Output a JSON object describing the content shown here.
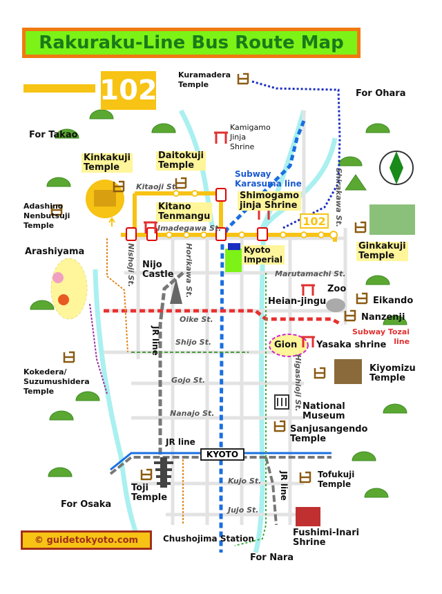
{
  "title": "Rakuraku-Line Bus Route Map",
  "route_number": "102",
  "credit": "© guidetokyoto.com",
  "directions": {
    "takao": "For Takao",
    "ohara": "For Ohara",
    "osaka": "For Osaka",
    "nara": "For Nara"
  },
  "landmarks": {
    "kuramadera_1": "Kuramadera",
    "kuramadera_2": "Temple",
    "kamigamo_1": "Kamigamo",
    "kamigamo_2": "Jinja",
    "kamigamo_3": "Shrine",
    "kinkakuji_1": "Kinkakuji",
    "kinkakuji_2": "Temple",
    "daitokuji_1": "Daitokuji",
    "daitokuji_2": "Temple",
    "kitano_1": "Kitano",
    "kitano_2": "Tenmangu",
    "shimogamo_1": "Shimogamo",
    "shimogamo_2": "jinja Shrine",
    "adashino_1": "Adashino",
    "adashino_2": "Nenbutsuji",
    "adashino_3": "Temple",
    "arashiyama": "Arashiyama",
    "nijo_1": "Nijo",
    "nijo_2": "Castle",
    "imperial_1": "Kyoto",
    "imperial_2": "Imperial",
    "ginkakuji_1": "Ginkakuji",
    "ginkakuji_2": "Temple",
    "heian": "Heian-jingu",
    "zoo": "Zoo",
    "eikando": "Eikando",
    "nanzenji": "Nanzenji",
    "gion": "Gion",
    "yasaka": "Yasaka shrine",
    "kiyomizu_1": "Kiyomizu",
    "kiyomizu_2": "Temple",
    "kokedera_1": "Kokedera/",
    "kokedera_2": "Suzumushidera",
    "kokedera_3": "Temple",
    "national_1": "National",
    "national_2": "Museum",
    "sanjusangendo_1": "Sanjusangendo",
    "sanjusangendo_2": "Temple",
    "toji_1": "Toji",
    "toji_2": "Temple",
    "tofukuji_1": "Tofukuji",
    "tofukuji_2": "Temple",
    "fushimi_1": "Fushimi-Inari",
    "fushimi_2": "Shrine",
    "chushojima": "Chushojima Station",
    "kyoto_station": "KYOTO"
  },
  "lines": {
    "subway_karasuma_1": "Subway",
    "subway_karasuma_2": "Karasuma line",
    "subway_tozai_1": "Subway Tozai",
    "subway_tozai_2": "line",
    "jr_line_1": "JR line",
    "jr_line_2": "JR  line",
    "jr_line_3": "JR line"
  },
  "streets": {
    "kitaoji": "Kitaoji St.",
    "imadegawa": "Imadegawa St.",
    "marutamachi": "Marutamachi St.",
    "oike": "Oike St.",
    "shijo": "Shijo St.",
    "gojo": "Gojo St.",
    "nanajo": "Nanajo St.",
    "kujo": "Kujo St.",
    "jujo": "Jujo St.",
    "nishoji": "Nishoji St.",
    "horikawa": "Horikawa St.",
    "shirakawa": "Shirakawa St.",
    "higashioji": "Higashioji St."
  },
  "colors": {
    "bus_route": "#f7c314",
    "subway_karasuma": "#1a6fe0",
    "subway_tozai": "#e83030",
    "jr": "#777777",
    "river": "#aaf0f0",
    "mountain": "#5aa832"
  }
}
